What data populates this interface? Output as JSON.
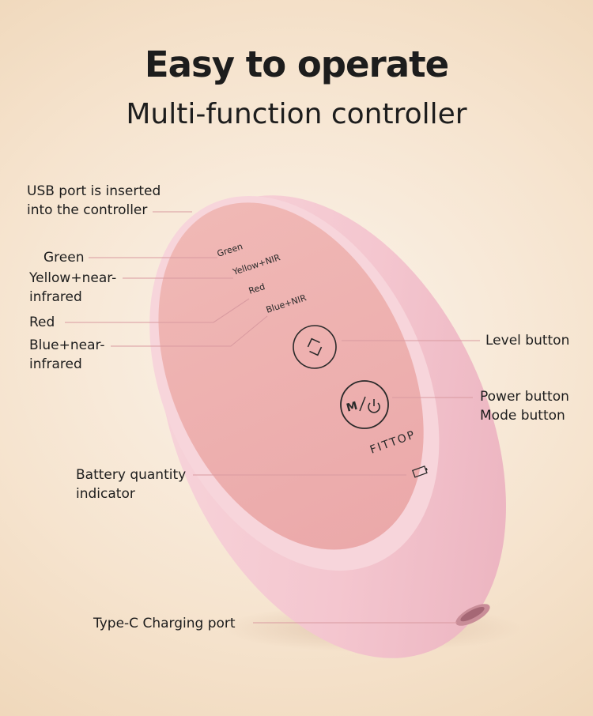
{
  "heading": {
    "title": "Easy to operate",
    "subtitle": "Multi-function controller"
  },
  "callouts": {
    "usb_port": "USB port is inserted\ninto the controller",
    "green": "Green",
    "yellow_nir": "Yellow+near-\ninfrared",
    "red": "Red",
    "blue_nir": "Blue+near-\ninfrared",
    "level_button": "Level button",
    "power_mode_button": "Power button\nMode button",
    "battery_indicator": "Battery quantity\nindicator",
    "typec_port": "Type-C Charging port"
  },
  "device": {
    "light_labels": [
      "Green",
      "Yellow+NIR",
      "Red",
      "Blue+NIR"
    ],
    "mode_button_text": "M",
    "brand": "FITTOP",
    "body_color": "#f4c9d1",
    "panel_color": "#eeaeae",
    "icons": [
      "level-up-down-icon",
      "power-icon",
      "battery-icon"
    ]
  },
  "colors": {
    "callout_line": "#d99aa0",
    "background": "#f6e4cf"
  }
}
